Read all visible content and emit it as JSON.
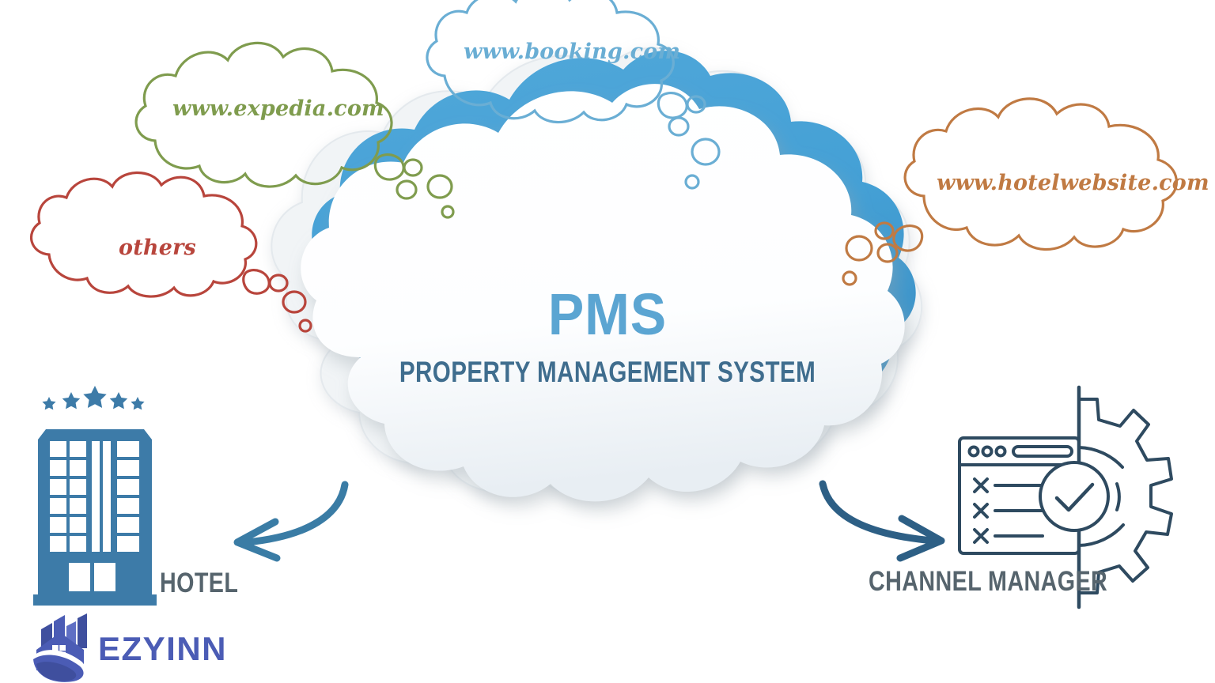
{
  "diagram": {
    "title": "PMS - Property Management System integration diagram",
    "background_color": "#ffffff"
  },
  "center_node": {
    "acronym": "PMS",
    "expansion": "PROPERTY MANAGEMENT SYSTEM",
    "cloud_color": "#49a2d6",
    "acronym_color": "#5ba5d2",
    "expansion_color": "#3f6d8e"
  },
  "channels": [
    {
      "id": "expedia",
      "label": "www.expedia.com",
      "color": "#7f9c4e"
    },
    {
      "id": "booking",
      "label": "www.booking.com",
      "color": "#6aaed4"
    },
    {
      "id": "others",
      "label": "others",
      "color": "#b8453c"
    },
    {
      "id": "hotelwebsite",
      "label": "www.hotelwebsite.com",
      "color": "#c07a43"
    }
  ],
  "endpoints": [
    {
      "id": "hotel",
      "label": "HOTEL",
      "icon": "hotel-building-icon",
      "color": "#3d7ba8",
      "stars": 5
    },
    {
      "id": "channel_manager",
      "label": "CHANNEL MANAGER",
      "icon": "gear-browser-icon",
      "color": "#2e4a60"
    }
  ],
  "arrows": [
    {
      "id": "arrow-to-hotel",
      "direction": "left",
      "color": "#3a7ca5"
    },
    {
      "id": "arrow-to-channel-manager",
      "direction": "right",
      "color": "#2d5f85"
    }
  ],
  "brand": {
    "name": "EZYINN",
    "color": "#4b5cb5",
    "icon": "ezyinn-building-logo"
  }
}
